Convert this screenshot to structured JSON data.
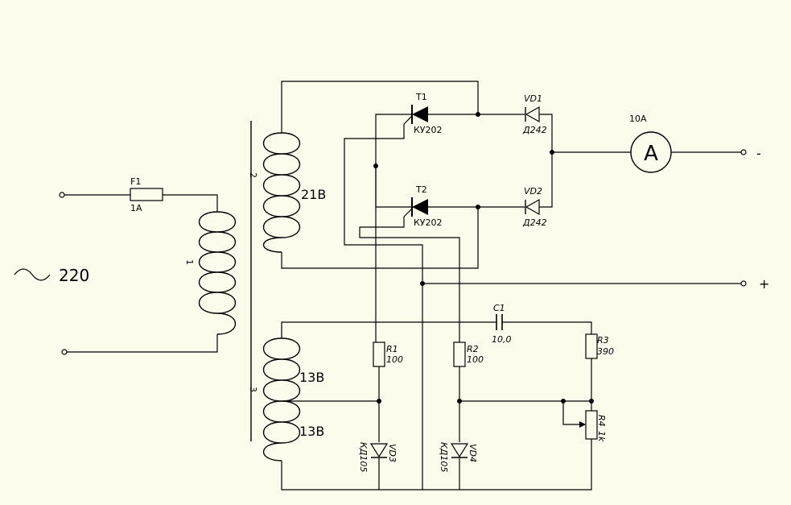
{
  "diagram": {
    "mains": {
      "wave": "~",
      "voltage": "220"
    },
    "fuse": {
      "ref": "F1",
      "value": "1A"
    },
    "transformer": {
      "primary_no": "1",
      "secondary2_no": "2",
      "secondary3_no": "3",
      "secondary2_voltage": "21В",
      "secondary3_upper_voltage": "13В",
      "secondary3_lower_voltage": "13В"
    },
    "thyristors": [
      {
        "ref": "T1",
        "type": "КУ202"
      },
      {
        "ref": "T2",
        "type": "КУ202"
      }
    ],
    "power_diodes": [
      {
        "ref": "VD1",
        "type": "Д242"
      },
      {
        "ref": "VD2",
        "type": "Д242"
      }
    ],
    "ammeter": {
      "symbol": "A",
      "range": "10A"
    },
    "output": {
      "minus": "-",
      "plus": "+"
    },
    "capacitor": {
      "ref": "C1",
      "value": "10,0"
    },
    "resistors": [
      {
        "ref": "R1",
        "value": "100"
      },
      {
        "ref": "R2",
        "value": "100"
      },
      {
        "ref": "R3",
        "value": "390"
      },
      {
        "ref": "R4",
        "value": "1k"
      }
    ],
    "control_diodes": [
      {
        "ref": "VD3",
        "type": "КД105"
      },
      {
        "ref": "VD4",
        "type": "КД105"
      }
    ]
  }
}
